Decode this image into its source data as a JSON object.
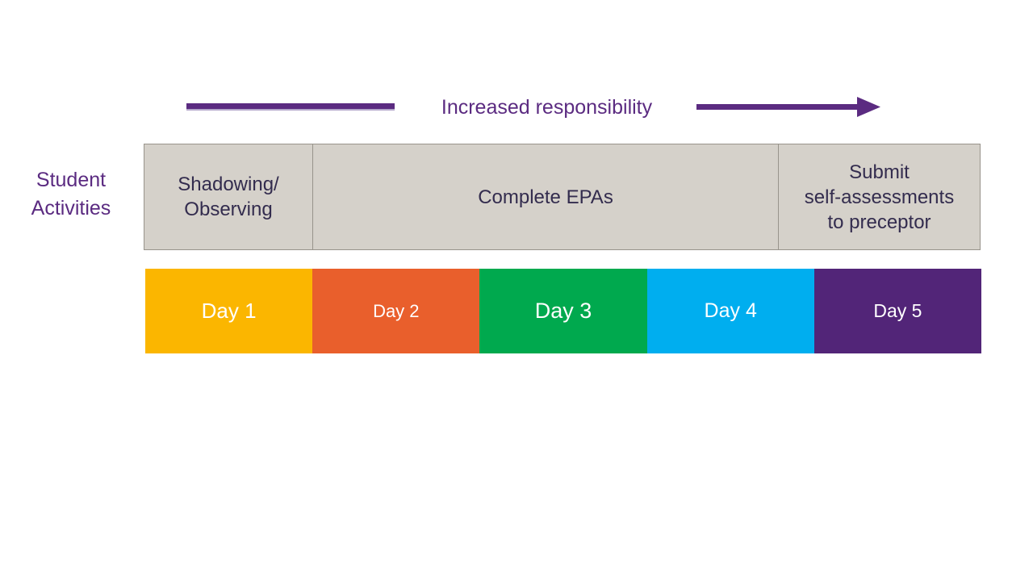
{
  "theme": {
    "accent": "#5b2b81",
    "box_bg": "#d5d1ca",
    "box_border": "#98948c",
    "box_text": "#332c4e",
    "day_text": "#ffffff",
    "background": "#ffffff"
  },
  "header": {
    "arrow_label": "Increased responsibility"
  },
  "row_label": {
    "text": "Student\nActivities"
  },
  "activities": {
    "cells": [
      {
        "label": "Shadowing/\nObserving"
      },
      {
        "label": "Complete EPAs"
      },
      {
        "label": "Submit\nself-assessments\nto preceptor"
      }
    ]
  },
  "days": {
    "segments": [
      {
        "label": "Day 1",
        "color": "#fbb600",
        "font_size": 26
      },
      {
        "label": "Day 2",
        "color": "#e95f2c",
        "font_size": 22
      },
      {
        "label": "Day 3",
        "color": "#00a94e",
        "font_size": 27
      },
      {
        "label": "Day 4",
        "color": "#00aeef",
        "font_size": 25
      },
      {
        "label": "Day 5",
        "color": "#522578",
        "font_size": 23
      }
    ]
  }
}
